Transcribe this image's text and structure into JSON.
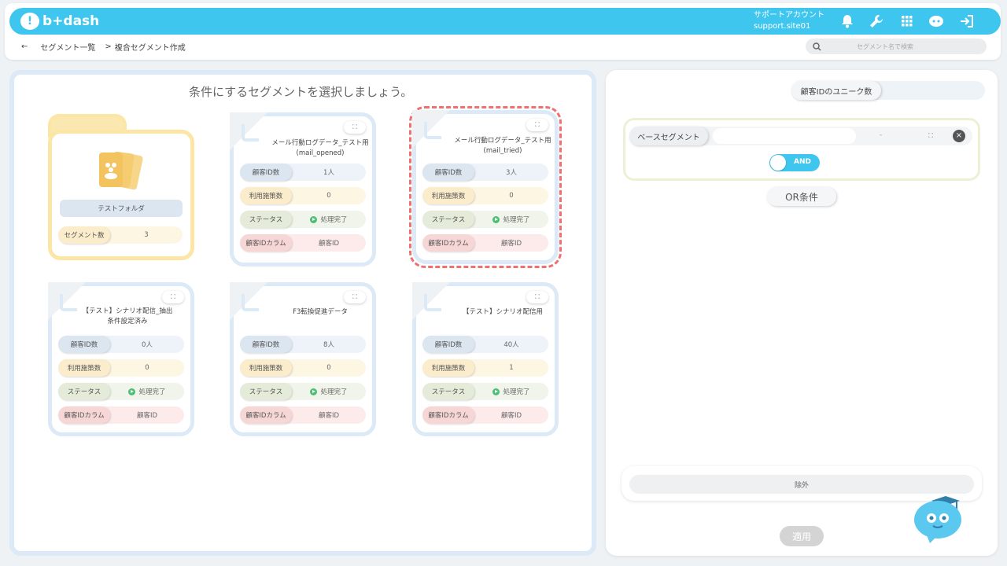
{
  "app": {
    "logo": "b+dash"
  },
  "account": {
    "line1": "サポートアカウント",
    "line2": "support.site01"
  },
  "breadcrumb": {
    "back": "←",
    "list": "セグメント一覧",
    "sep": ">",
    "current": "複合セグメント作成"
  },
  "search": {
    "placeholder": "セグメント名で検索"
  },
  "left": {
    "prompt": "条件にするセグメントを選択しましょう。"
  },
  "folder": {
    "name": "テストフォルダ",
    "count_label": "セグメント数",
    "count": "3"
  },
  "labels": {
    "customers": "顧客ID数",
    "policies": "利用施策数",
    "status": "ステータス",
    "column": "顧客IDカラム",
    "status_value": "処理完了",
    "column_value": "顧客ID"
  },
  "cards": [
    {
      "title": "メール行動ログデータ_テスト用(mail_opened)",
      "customers": "1人",
      "policies": "0"
    },
    {
      "title": "メール行動ログデータ_テスト用(mail_tried)",
      "customers": "3人",
      "policies": "0"
    },
    {
      "title": "【テスト】シナリオ配信_抽出条件設定済み",
      "customers": "0人",
      "policies": "0"
    },
    {
      "title": "F3転換促進データ",
      "customers": "8人",
      "policies": "0"
    },
    {
      "title": "【テスト】シナリオ配信用",
      "customers": "40人",
      "policies": "1"
    }
  ],
  "right": {
    "uniq_label": "顧客IDのユニーク数",
    "base_label": "ベースセグメント",
    "base_dash": "-",
    "toggle": "AND",
    "or_button": "OR条件",
    "exclude": "除外",
    "apply": "適用"
  }
}
